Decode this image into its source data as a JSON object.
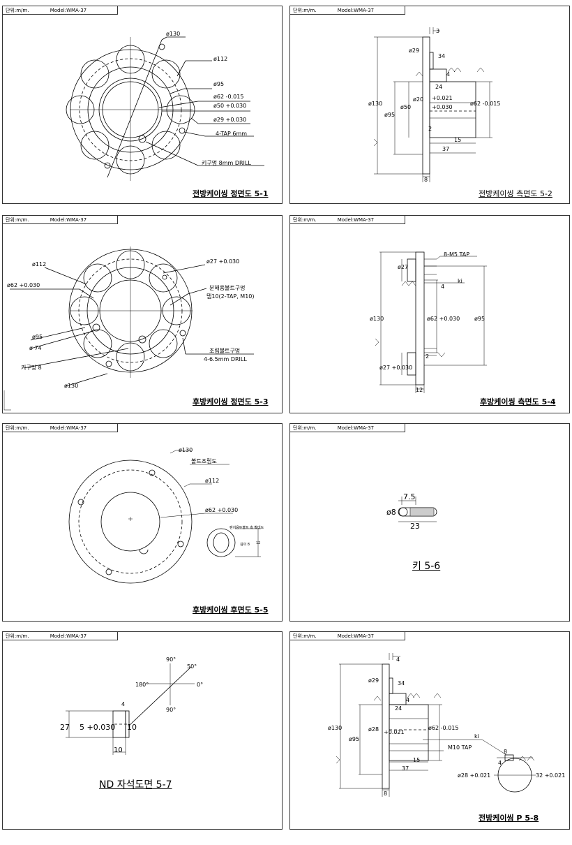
{
  "header": {
    "unit": "단위:m/m.",
    "model": "Model:WMA-37"
  },
  "p1": {
    "title": "전방케이씽 정면도 5-1",
    "d130": "ø130",
    "d112": "ø112",
    "d95": "ø95",
    "d62": "ø62 -0.015",
    "d50": "ø50 +0.030",
    "d29": "ø29 +0.030",
    "tap": "4-TAP 6mm",
    "drill": "키구멍 8mm DRILL"
  },
  "p2": {
    "title": "전방케이씽 측면도 5-2",
    "n3": "3",
    "d29": "ø29",
    "n34": "34",
    "n4": "4",
    "n24": "24",
    "d130": "ø130",
    "d20": "ø20",
    "t021": "+0.021",
    "d50": "ø50",
    "t030": "+0.030",
    "d95": "ø95",
    "d62": "ø62 -0.015",
    "n2": "2",
    "n15": "15",
    "n37": "37",
    "n8": "8"
  },
  "p3": {
    "title": "후방케이씽 정면도 5-3",
    "d112": "ø112",
    "d27": "ø27 +0.030",
    "d62": "ø62  +0.030",
    "bolt1": "분해용볼트구멍",
    "bolt2": "탭10(2-TAP, M10)",
    "d95": "ø95",
    "d74": "ø 74",
    "key": "키구멍 8",
    "asm1": "조립볼트구멍",
    "asm2": "4-6.5mm DRILL",
    "d130": "ø130"
  },
  "p4": {
    "title": "후방케이씽 측면도 5-4",
    "tap": "8-M5 TAP",
    "d27a": "ø27",
    "ki": "ki",
    "n4": "4",
    "d130": "ø130",
    "d62": "ø62 +0.030",
    "d95": "ø95",
    "n2": "2",
    "d27b": "ø27 +0.030",
    "n12": "12"
  },
  "p5": {
    "title": "후방케이씽 후면도 5-5",
    "d130": "ø130",
    "bolt": "볼트조립도",
    "d112": "ø112",
    "d62": "ø62 +0.030",
    "inset": "렌치용두볼트 측 확대도",
    "depth": "깊이 8",
    "n12": "12"
  },
  "p6": {
    "title": "키 5-6",
    "n75": "7.5",
    "d8": "ø8",
    "n23": "23"
  },
  "p7": {
    "title": "ND 자석도면 5-7",
    "a90t": "90°",
    "a50": "50°",
    "a180": "180°",
    "a0": "0°",
    "a90b": "90°",
    "n4": "4",
    "n27": "27",
    "n5": "5 +0.030",
    "n10": "10",
    "n10b": "10"
  },
  "p8": {
    "title": "전방케이씽 P 5-8",
    "n4": "4",
    "d29": "ø29",
    "n34": "34",
    "n4b": "4",
    "n24": "24",
    "d130": "ø130",
    "d28": "ø28",
    "t021": "+0.021",
    "d62": "ø62 -0.015",
    "d95": "ø95",
    "ki": "ki",
    "m10": "M10 TAP",
    "n15": "15",
    "n8": "8",
    "n4c": "4",
    "n37": "37",
    "d28b": "ø28 +0.021",
    "n32": "32 +0.021",
    "n8b": "8"
  }
}
